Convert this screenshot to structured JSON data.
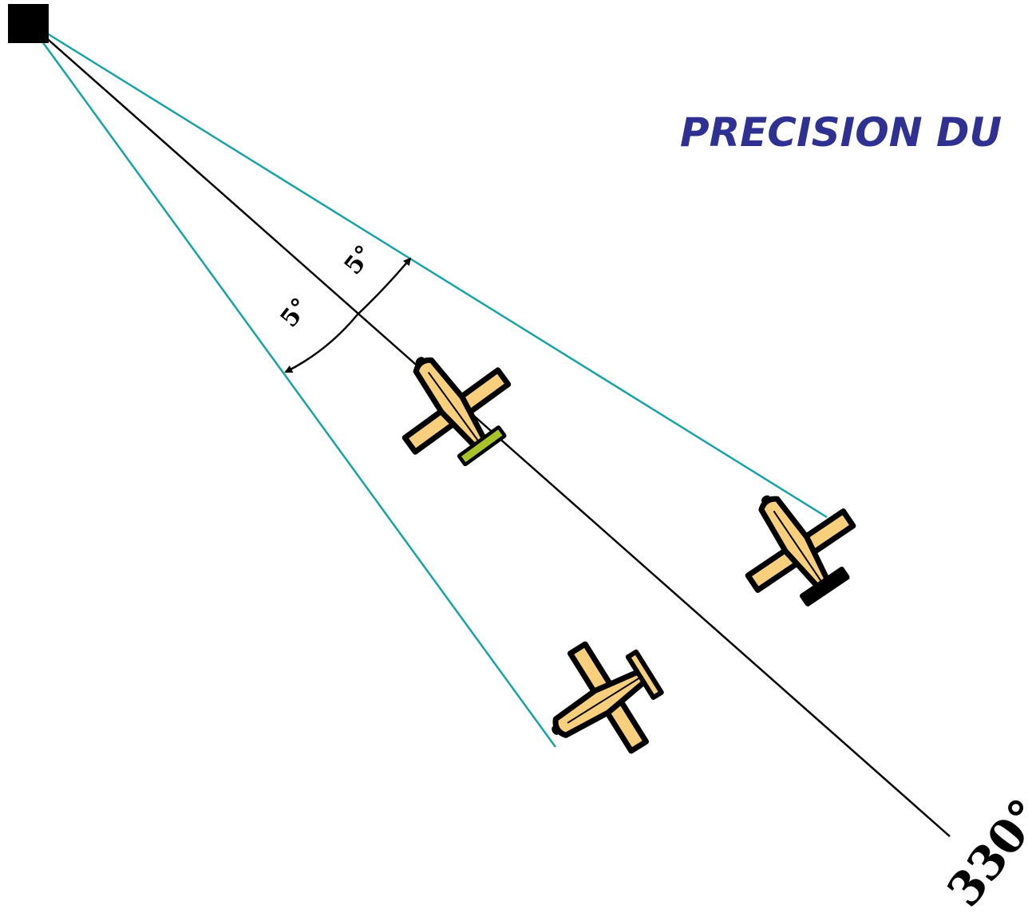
{
  "title": "PRECISION DU",
  "center_label": "330°",
  "left_angle_label": "5°",
  "right_angle_label": "5°",
  "colors": {
    "title": "#2e3192",
    "limit_lines": "#17a2a8",
    "center_line": "#000000",
    "station": "#000000",
    "aircraft_fill": "#f7cf7d",
    "aircraft_outline": "#000000",
    "tail_highlight": "#a8c22a"
  },
  "icons": [
    "station-square-icon",
    "airplane-icon",
    "airplane-icon",
    "airplane-icon"
  ]
}
